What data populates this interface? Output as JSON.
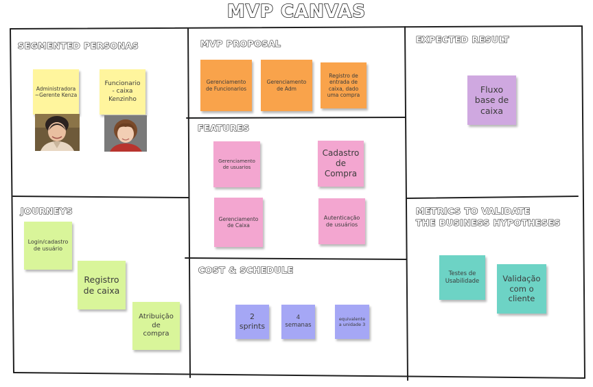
{
  "title": "MVP CANVAS",
  "sections": {
    "segmented_personas": "SEGMENTED PERSONAS",
    "mvp_proposal": "MVP PROPOSAL",
    "expected_result": "EXPECTED RESULT",
    "features": "FEATURES",
    "journeys": "JOURNEYS",
    "metrics_line1": "METRICS TO VALIDATE",
    "metrics_line2": "THE BUSINESS HYPOTHESES",
    "cost_schedule": "COST & SCHEDULE"
  },
  "personas": [
    {
      "label": "Administradora\n~Gerente Kenza",
      "color": "#fff59d"
    },
    {
      "label": "Funcionario\n- caixa\nKenzinho",
      "color": "#fff59d"
    }
  ],
  "proposal": [
    {
      "label": "Gerenciamento\nde Funcionarios",
      "color": "#f9a34b"
    },
    {
      "label": "Gerenciamento\nde Adm",
      "color": "#f9a34b"
    },
    {
      "label": "Registro de\nentrada de\ncaixa, dado\numa compra",
      "color": "#f9a34b"
    }
  ],
  "expected": [
    {
      "label": "Fluxo\nbase de\ncaixa",
      "color": "#cfa8e0"
    }
  ],
  "features": [
    {
      "label": "Gerenciamento\nde usuarios",
      "color": "#f3a6d0"
    },
    {
      "label": "Cadastro\nde\nCompra",
      "color": "#f3a6d0"
    },
    {
      "label": "Gerenciamento\nde Caixa",
      "color": "#f3a6d0"
    },
    {
      "label": "Autenticação\nde usuários",
      "color": "#f3a6d0"
    }
  ],
  "journeys": [
    {
      "label": "Login/cadastro\nde usuário",
      "color": "#d9f59a"
    },
    {
      "label": "Registro\nde caixa",
      "color": "#d9f59a"
    },
    {
      "label": "Atribuição\nde\ncompra",
      "color": "#d9f59a"
    }
  ],
  "metrics": [
    {
      "label": "Testes de\nUsabilidade",
      "color": "#6dd3c5"
    },
    {
      "label": "Validação\ncom o\ncliente",
      "color": "#6dd3c5"
    }
  ],
  "cost": [
    {
      "label": "2\nsprints",
      "color": "#a5a7f5"
    },
    {
      "label": "4\nsemanas",
      "color": "#a5a7f5"
    },
    {
      "label": "equivalente\na unidade 3",
      "color": "#a5a7f5"
    }
  ]
}
